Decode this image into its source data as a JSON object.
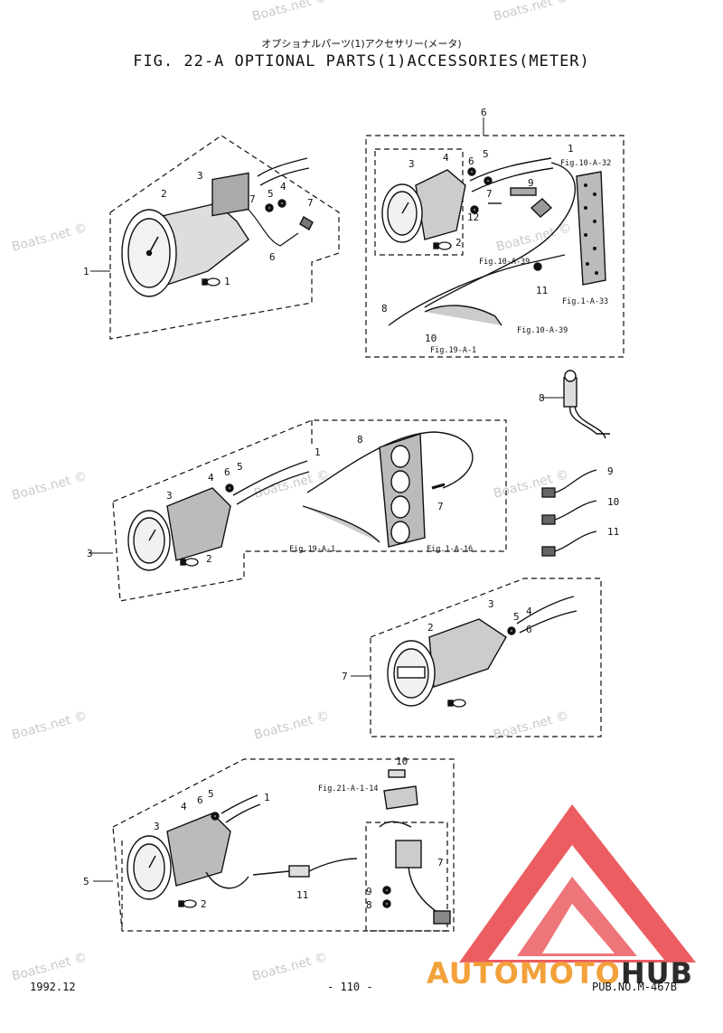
{
  "header": {
    "japanese_title": "オプショナルパーツ(1)アクセサリー(メータ)",
    "title": "FIG. 22-A OPTIONAL PARTS(1)ACCESSORIES(METER)"
  },
  "watermarks": [
    "Boats.net ©",
    "Boats.net ©",
    "Boats.net ©",
    "Boats.net ©",
    "Boats.net ©",
    "Boats.net ©",
    "Boats.net ©",
    "Boats.net ©",
    "Boats.net ©",
    "Boats.net ©",
    "Boats.net ©",
    "Boats.net ©"
  ],
  "callouts": {
    "g1": {
      "assembly": "1",
      "p1": "1",
      "p2": "2",
      "p3": "3",
      "p5": "5",
      "p4": "4",
      "p6": "6",
      "p7": "7",
      "p7b": "7"
    },
    "g6": {
      "assembly": "6",
      "p1": "1",
      "p3": "3",
      "p4": "4",
      "p6": "6",
      "p5": "5",
      "p9": "9",
      "p7": "7",
      "p12": "12",
      "p2": "2",
      "p8": "8",
      "p10": "10",
      "p11": "11",
      "ref_a32": "Fig.10-A-32",
      "ref_a39a": "Fig.10-A-39",
      "ref_a33": "Fig.1-A-33",
      "ref_a39b": "Fig.10-A-39",
      "ref_a1": "Fig.19-A-1"
    },
    "g8": {
      "p8": "8"
    },
    "g3": {
      "assembly": "3",
      "p1": "1",
      "p8": "8",
      "p4": "4",
      "p6": "6",
      "p5": "5",
      "p3": "3",
      "p7": "7",
      "p2": "2",
      "ref_a1": "Fig.19-A-1",
      "ref_a16": "Fig.1-A-16"
    },
    "right_parts": {
      "p9": "9",
      "p10": "10",
      "p11": "11"
    },
    "g7": {
      "assembly": "7",
      "p3": "3",
      "p2": "2",
      "p5": "5",
      "p4": "4",
      "p6": "6"
    },
    "g5": {
      "assembly": "5",
      "p1": "1",
      "p6": "6",
      "p5": "5",
      "p4": "4",
      "p3": "3",
      "p2": "2",
      "p11": "11",
      "p10": "10",
      "p7": "7",
      "p9": "9",
      "p8": "8",
      "ref_a14": "Fig.21-A-1-14"
    }
  },
  "footer": {
    "date": "1992.12",
    "page": "- 110 -",
    "pub": "PUB.NO.M-467B"
  },
  "logo": {
    "part1": "AUTOMOTO",
    "part2": "HUB",
    "color_orange": "#f3a13a",
    "color_red": "#e8353b"
  }
}
